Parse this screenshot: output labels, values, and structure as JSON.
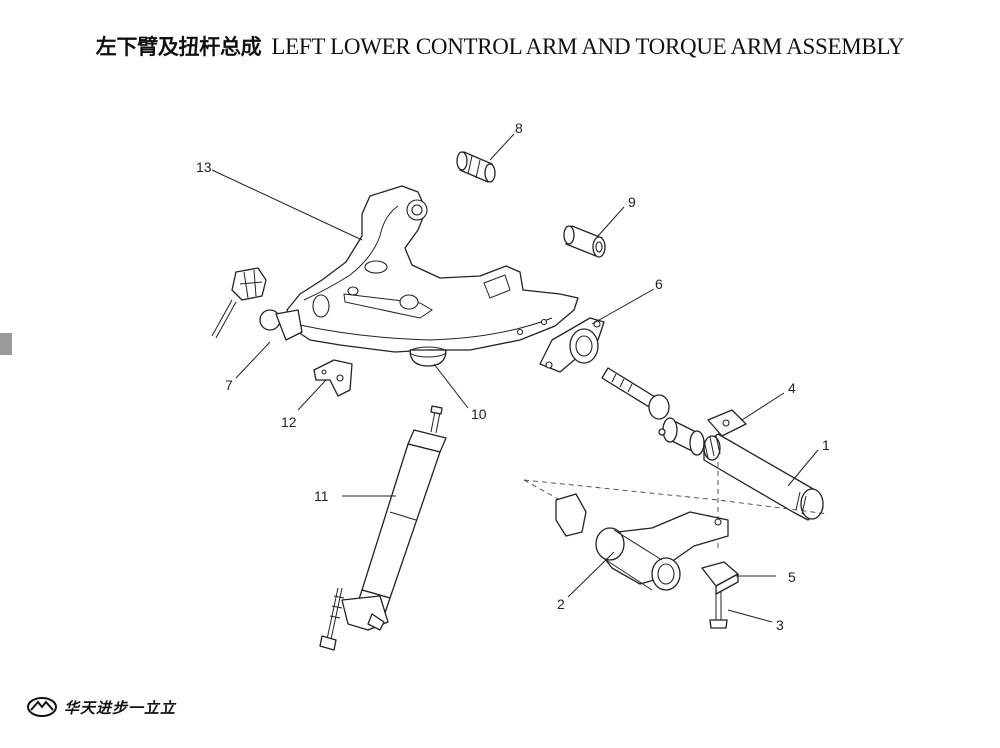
{
  "title": {
    "zh": "左下臂及扭杆总成",
    "en": "LEFT LOWER CONTROL ARM AND TORQUE ARM ASSEMBLY"
  },
  "callouts": {
    "c1": "1",
    "c2": "2",
    "c3": "3",
    "c4": "4",
    "c5": "5",
    "c6": "6",
    "c7": "7",
    "c8": "8",
    "c9": "9",
    "c10": "10",
    "c11": "11",
    "c12": "12",
    "c13": "13"
  },
  "brand": {
    "text": "华天进步一立立"
  }
}
